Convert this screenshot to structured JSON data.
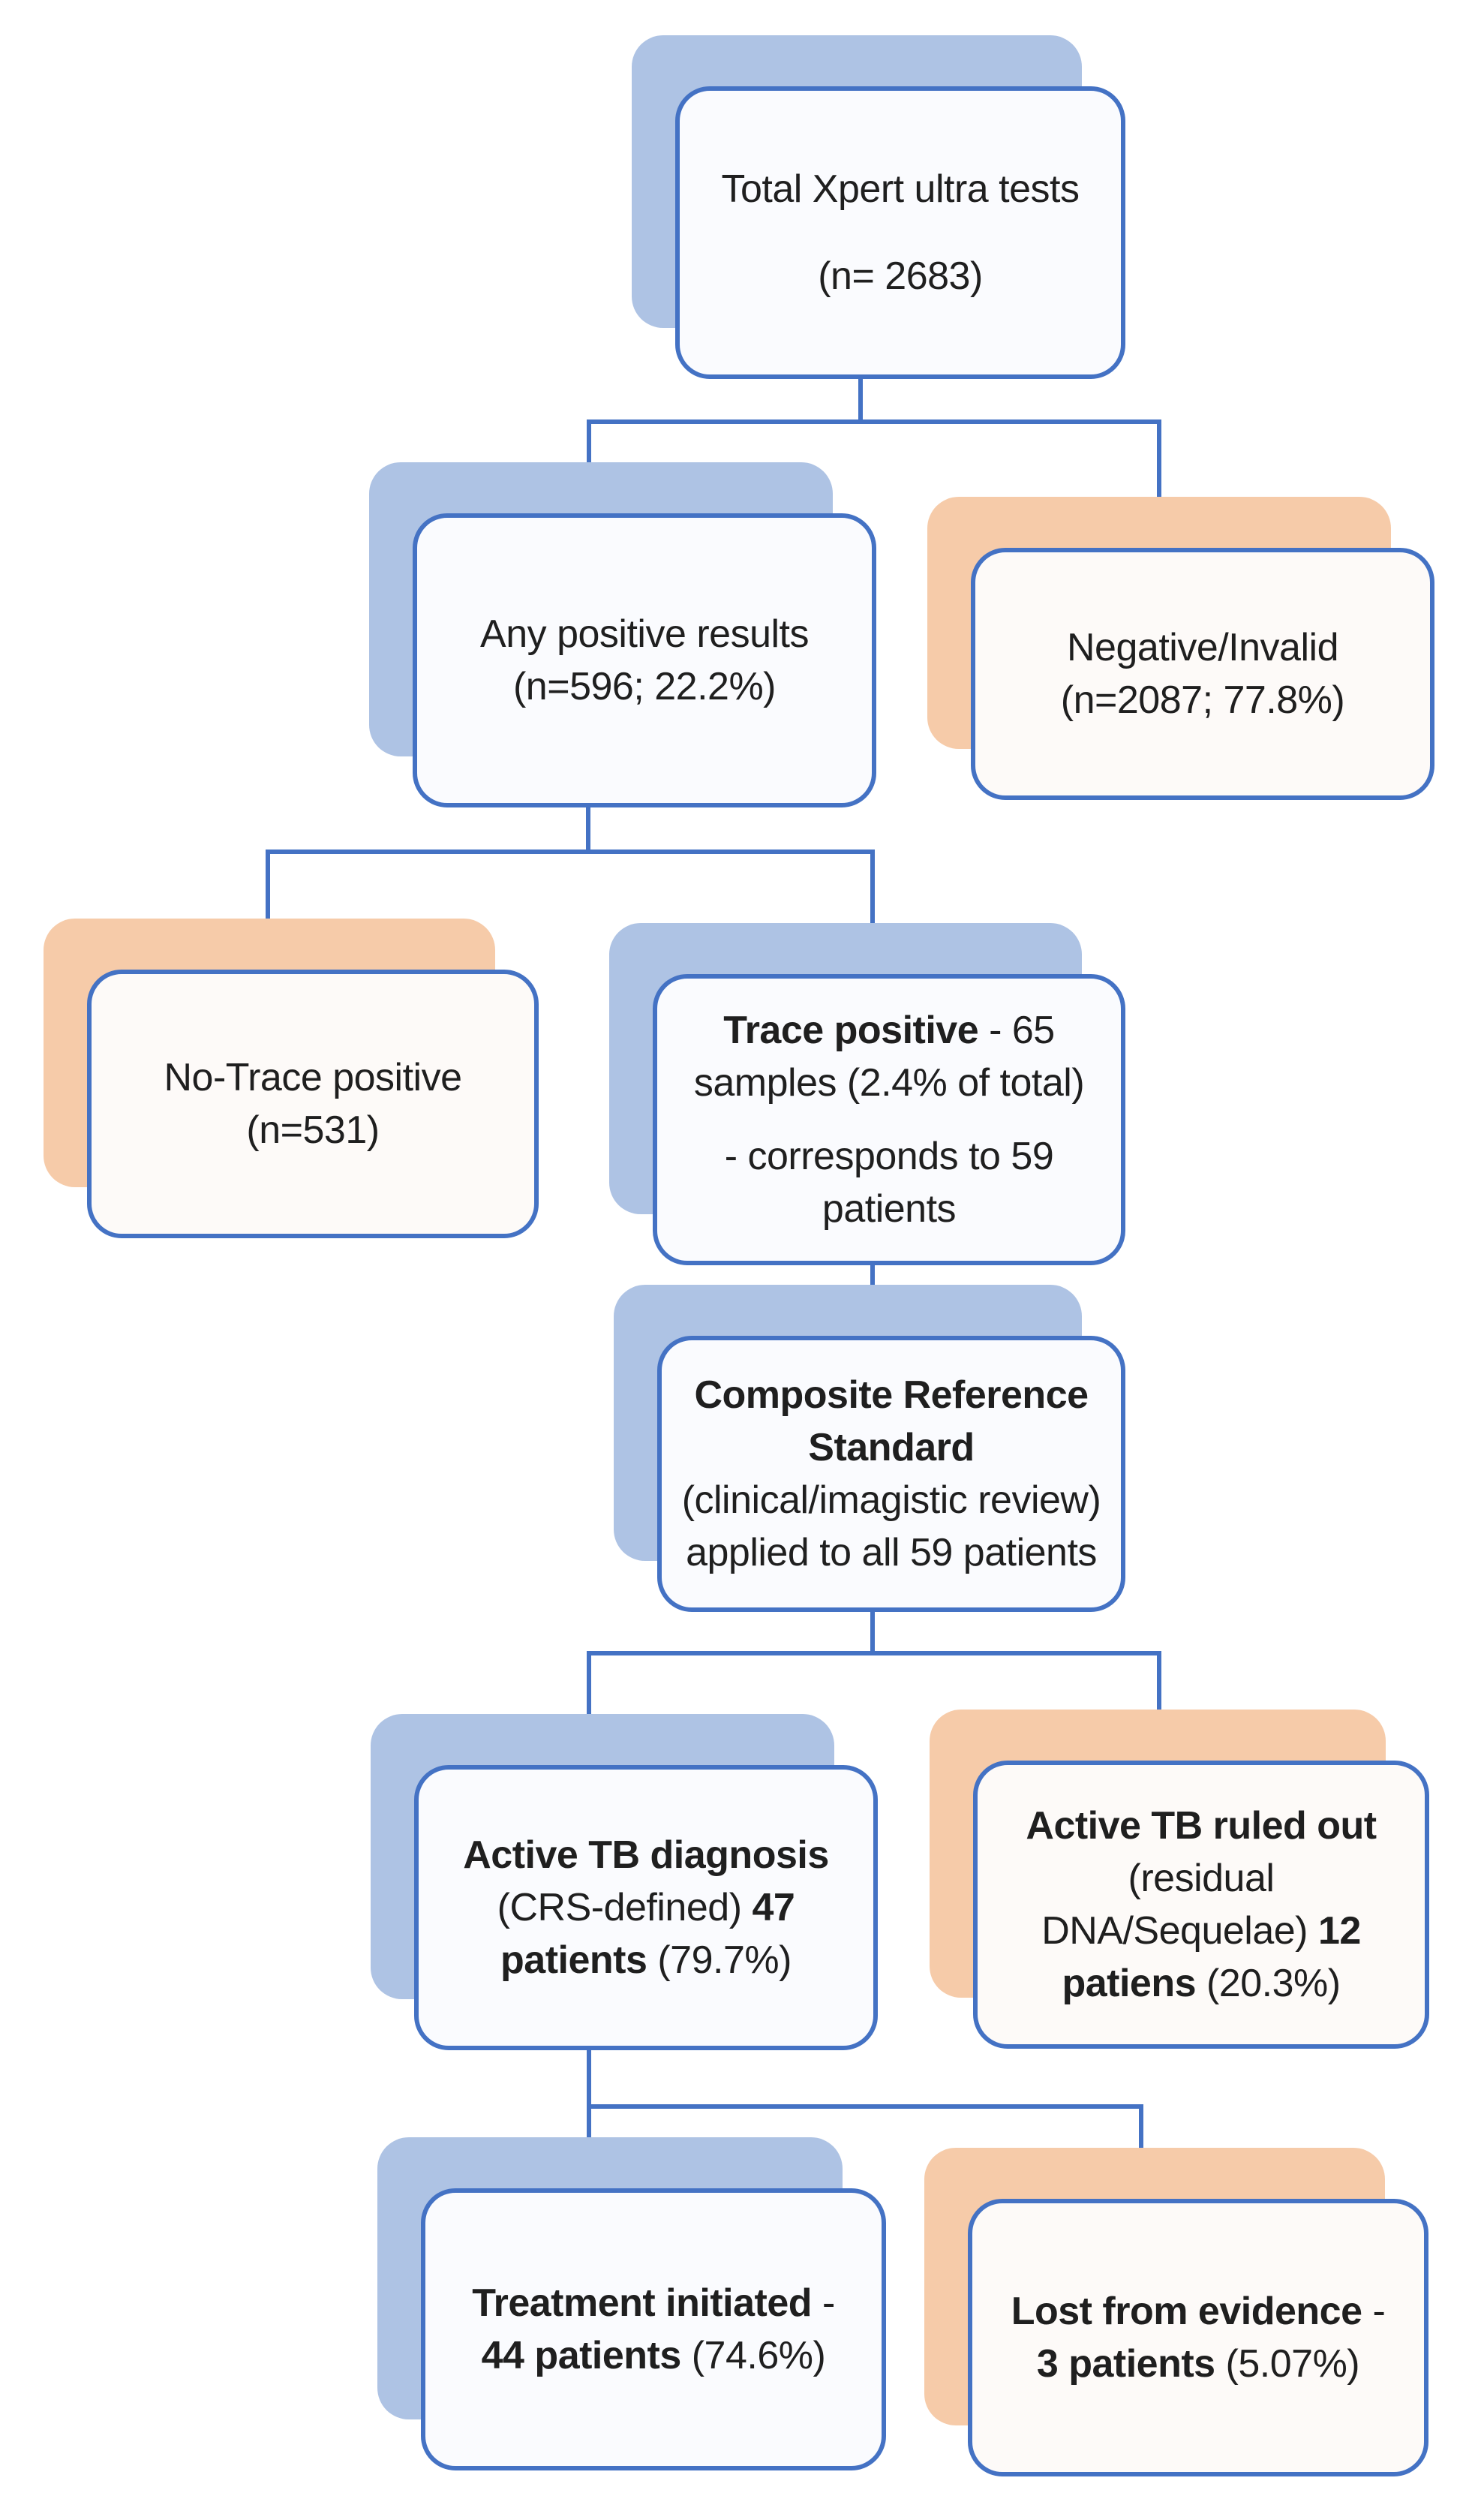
{
  "colors": {
    "border_blue": "#4472c4",
    "connector_blue": "#4472c4",
    "shadow_blue": "#aec3e4",
    "shadow_orange": "#f6cba9",
    "fill_cool": "#fafbfe",
    "fill_warm": "#fdfaf8",
    "text": "#1f1f1f",
    "background": "#ffffff"
  },
  "nodes": {
    "total": {
      "line1": "Total Xpert ultra tests",
      "line2": "(n= 2683)"
    },
    "any_positive": {
      "line1": "Any positive results",
      "line2": "(n=596; 22.2%)"
    },
    "negative_invalid": {
      "line1": "Negative/Invalid",
      "line2": "(n=2087; 77.8%)"
    },
    "no_trace": {
      "line1": "No-Trace positive",
      "line2": "(n=531)"
    },
    "trace": {
      "line1_bold": "Trace positive",
      "line1_rest": " - 65",
      "line2": "samples (2.4% of total)",
      "line3": "- corresponds to 59",
      "line4": "patients"
    },
    "crs": {
      "line1_bold": "Composite Reference",
      "line2_bold": "Standard",
      "line3": "(clinical/imagistic review)",
      "line4": "applied to all 59 patients"
    },
    "active_tb": {
      "line1_bold": "Active TB diagnosis",
      "line2_rest": "(CRS-defined) ",
      "line2_bold": "47",
      "line3_bold": "patients",
      "line3_rest": " (79.7%)"
    },
    "ruled_out": {
      "line1_bold": "Active TB ruled out",
      "line2": "(residual",
      "line3_rest": "DNA/Sequelae) ",
      "line3_bold": "12",
      "line4_bold": "patiens",
      "line4_rest": " (20.3%)"
    },
    "treatment": {
      "line1_bold": "Treatment initiated",
      "line1_rest": " -",
      "line2_bold": "44 patients",
      "line2_rest": " (74.6%)"
    },
    "lost": {
      "line1_bold": "Lost from evidence",
      "line1_rest": " -",
      "line2_bold": "3 patients",
      "line2_rest": " (5.07%)"
    }
  }
}
